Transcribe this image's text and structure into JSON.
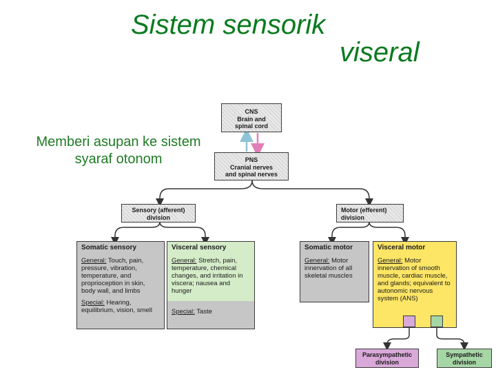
{
  "title": {
    "line1": "Sistem sensorik",
    "line2": "viseral"
  },
  "subtitle": "Memberi asupan ke sistem syaraf otonom",
  "diagram": {
    "cns": {
      "line1": "CNS",
      "line2": "Brain and",
      "line3": "spinal cord"
    },
    "pns": {
      "line1": "PNS",
      "line2": "Cranial nerves",
      "line3": "and spinal nerves"
    },
    "sensory": {
      "line1": "Sensory (afferent)",
      "line2": "division"
    },
    "motor": {
      "line1": "Motor (efferent)",
      "line2": "division"
    },
    "somatic_sensory": {
      "title": "Somatic sensory",
      "general_label": "General:",
      "general_text": "Touch, pain, pressure, vibration, temperature, and proprioception in skin, body wall, and limbs",
      "special_label": "Special:",
      "special_text": "Hearing, equilibrium, vision, smell"
    },
    "visceral_sensory": {
      "title": "Visceral sensory",
      "general_label": "General:",
      "general_text": "Stretch, pain, temperature, chemical changes, and irritation in viscera; nausea and hunger",
      "special_label": "Special:",
      "special_text": "Taste"
    },
    "somatic_motor": {
      "title": "Somatic motor",
      "general_label": "General:",
      "general_text": "Motor innervation of all skeletal muscles"
    },
    "visceral_motor": {
      "title": "Visceral motor",
      "general_label": "General:",
      "general_text": "Motor innervation of smooth muscle, cardiac muscle, and glands; equivalent to autonomic nervous system (ANS)"
    },
    "parasympathetic": {
      "line1": "Parasympathetic",
      "line2": "division"
    },
    "sympathetic": {
      "line1": "Sympathetic",
      "line2": "division"
    }
  },
  "colors": {
    "title": "#0a7a1f",
    "gray_box": "#c6c6c7",
    "visceral_sensory_green": "#d4ecc8",
    "visceral_motor_yellow": "#fde566",
    "parasympathetic": "#d9a9d9",
    "sympathetic": "#a6d6a6",
    "arrow_up": "#8fc4d6",
    "arrow_down": "#e07fb7"
  }
}
